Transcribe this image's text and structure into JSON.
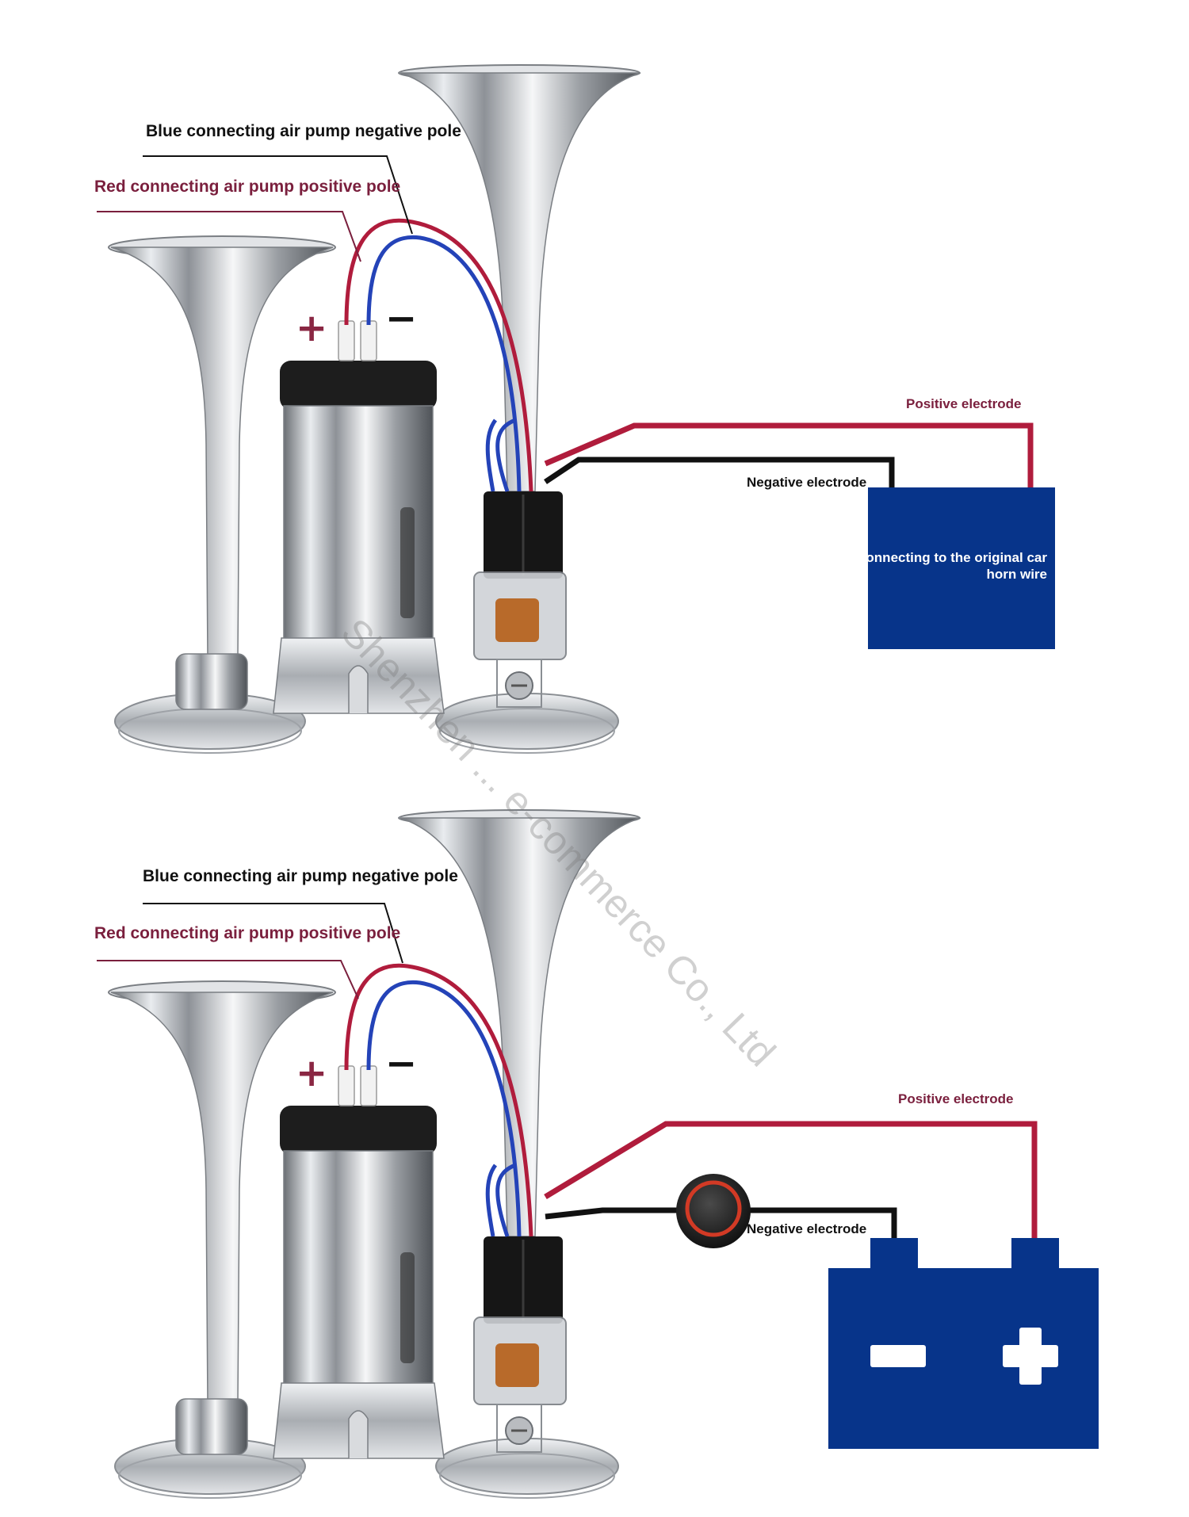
{
  "colors": {
    "red_wire": "#b01c3c",
    "blue_wire": "#2443b8",
    "black_wire": "#111111",
    "red_label": "#7a1f3d",
    "box_blue": "#07348a",
    "chrome": "#c9ccd0"
  },
  "watermark": "Shenzhen ... e-commerce Co., Ltd",
  "diagram_top": {
    "blue_label": "Blue connecting air pump negative pole",
    "red_label": "Red connecting air pump positive pole",
    "plus_sign": "+",
    "minus_sign": "−",
    "positive_label": "Positive electrode",
    "negative_label": "Negative electrode",
    "box_text": "Connecting to the original car horn wire"
  },
  "diagram_bottom": {
    "blue_label": "Blue connecting air pump negative pole",
    "red_label": "Red connecting air pump positive pole",
    "plus_sign": "+",
    "minus_sign": "−",
    "positive_label": "Positive electrode",
    "negative_label": "Negative electrode",
    "battery_minus": "−",
    "battery_plus": "+",
    "switch_icon": "push-button-switch-icon",
    "battery_icon": "battery-icon"
  }
}
